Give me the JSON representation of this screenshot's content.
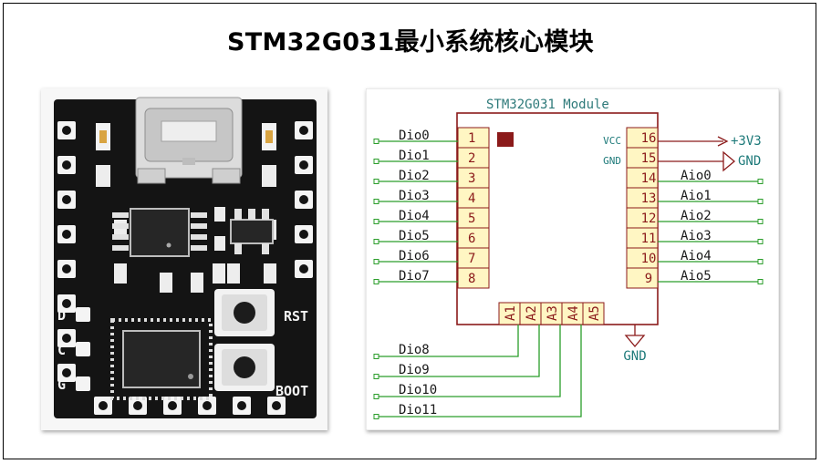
{
  "title": "STM32G031最小系统核心模块",
  "board": {
    "labels": {
      "rst": "RST",
      "boot": "BOOT",
      "d": "D",
      "c": "C",
      "g": "G"
    }
  },
  "schematic": {
    "module_name": "STM32G031 Module",
    "left_pins": [
      {
        "num": "1",
        "net": "Dio0"
      },
      {
        "num": "2",
        "net": "Dio1"
      },
      {
        "num": "3",
        "net": "Dio2"
      },
      {
        "num": "4",
        "net": "Dio3"
      },
      {
        "num": "5",
        "net": "Dio4"
      },
      {
        "num": "6",
        "net": "Dio5"
      },
      {
        "num": "7",
        "net": "Dio6"
      },
      {
        "num": "8",
        "net": "Dio7"
      }
    ],
    "right_pins": [
      {
        "num": "16",
        "net": "+3V3",
        "pin_label": "VCC"
      },
      {
        "num": "15",
        "net": "GND",
        "pin_label": "GND"
      },
      {
        "num": "14",
        "net": "Aio0",
        "pin_label": ""
      },
      {
        "num": "13",
        "net": "Aio1",
        "pin_label": ""
      },
      {
        "num": "12",
        "net": "Aio2",
        "pin_label": ""
      },
      {
        "num": "11",
        "net": "Aio3",
        "pin_label": ""
      },
      {
        "num": "10",
        "net": "Aio4",
        "pin_label": ""
      },
      {
        "num": "9",
        "net": "Aio5",
        "pin_label": ""
      }
    ],
    "bottom_pins": [
      {
        "num": "A1",
        "net": "Dio8"
      },
      {
        "num": "A2",
        "net": "Dio9"
      },
      {
        "num": "A3",
        "net": "Dio10"
      },
      {
        "num": "A4",
        "net": "Dio11"
      },
      {
        "num": "A5",
        "net": "GND"
      }
    ],
    "colors": {
      "wire": "#2a9d2a",
      "pad_fill": "#fff6c3",
      "outline": "#8b1a1a",
      "text": "#1a1a1a",
      "power": "#1e7a7a"
    }
  }
}
